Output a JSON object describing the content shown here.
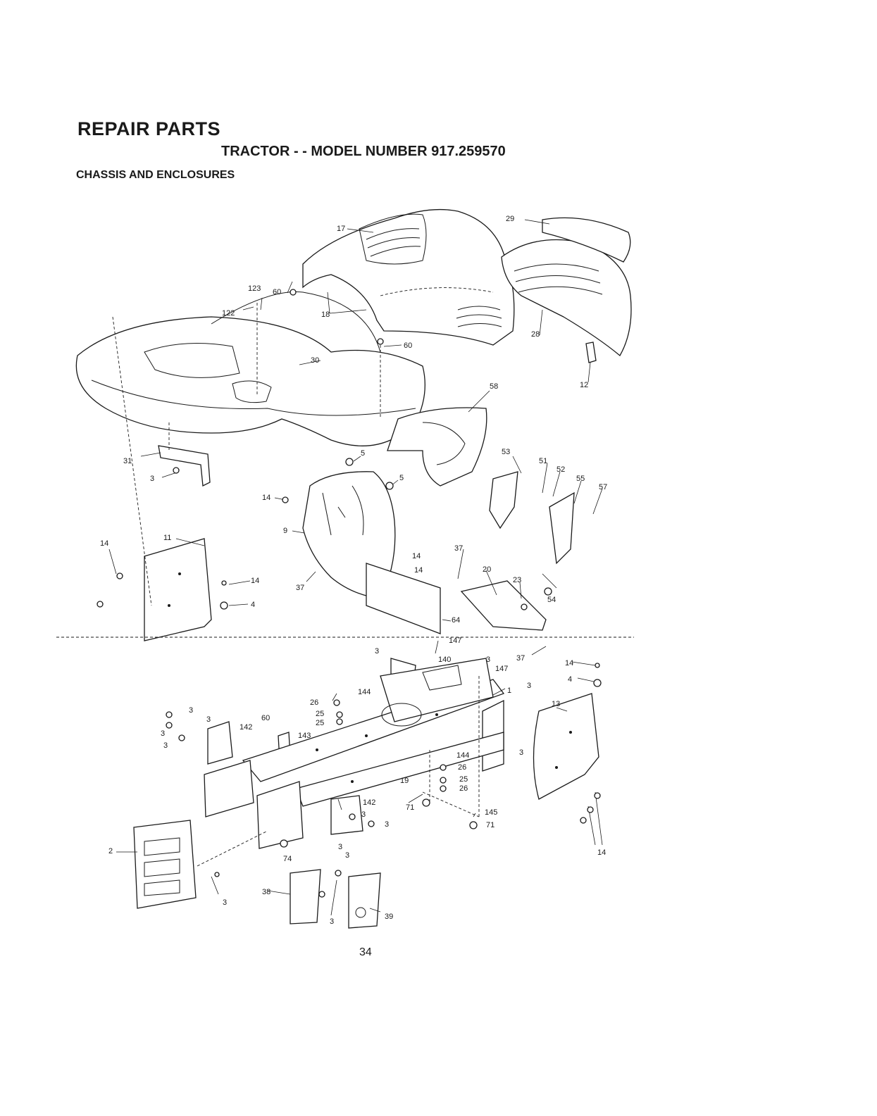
{
  "header": {
    "title": "REPAIR PARTS",
    "subtitle": "TRACTOR - - MODEL NUMBER 917.259570",
    "section": "CHASSIS AND ENCLOSURES"
  },
  "page_number": "34",
  "callouts": {
    "c17": "17",
    "c29": "29",
    "c123": "123",
    "c60a": "60",
    "c122": "122",
    "c18": "18",
    "c60b": "60",
    "c30": "30",
    "c28": "28",
    "c12": "12",
    "c58": "58",
    "c31": "31",
    "c3a": "3",
    "c5a": "5",
    "c5b": "5",
    "c53": "53",
    "c51": "51",
    "c52": "52",
    "c55": "55",
    "c57": "57",
    "c14a": "14",
    "c9": "9",
    "c14b": "14",
    "c11": "11",
    "c14c": "14",
    "c4a": "4",
    "c14d": "14",
    "c14e": "14",
    "c37a": "37",
    "c37b": "37",
    "c20": "20",
    "c23": "23",
    "c54": "54",
    "c64": "64",
    "c147a": "147",
    "c3b": "3",
    "c140": "140",
    "c3c": "3",
    "c37c": "37",
    "c14f": "14",
    "c147b": "147",
    "c3d": "3",
    "c4b": "4",
    "c144a": "144",
    "c26a": "26",
    "c1": "1",
    "c25a": "25",
    "c25b": "25",
    "c13": "13",
    "c3e": "3",
    "c3f": "3",
    "c60c": "60",
    "c142a": "142",
    "c3g": "3",
    "c3h": "3",
    "c143": "143",
    "c3i": "3",
    "c144b": "144",
    "c26b": "26",
    "c19": "19",
    "c25c": "25",
    "c26c": "26",
    "c142b": "142",
    "c3j": "3",
    "c71a": "71",
    "c3k": "3",
    "c145": "145",
    "c71b": "71",
    "c3l": "3",
    "c3m": "3",
    "c14g": "14",
    "c2": "2",
    "c74": "74",
    "c3n": "3",
    "c38": "38",
    "c3o": "3",
    "c39": "39"
  }
}
